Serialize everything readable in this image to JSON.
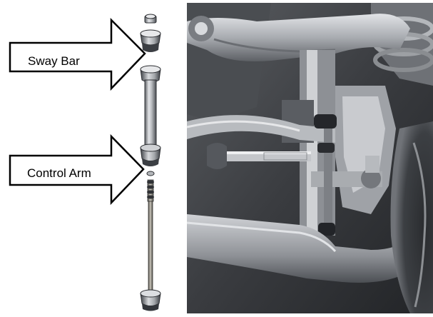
{
  "callouts": [
    {
      "id": "sway-bar",
      "label": "Sway Bar"
    },
    {
      "id": "control-arm",
      "label": "Control Arm"
    }
  ],
  "colors": {
    "arrow_fill": "#ffffff",
    "arrow_stroke": "#000000",
    "label_text": "#000000",
    "metal_light": "#d8dadd",
    "metal_mid": "#9ea1a5",
    "metal_dark": "#4a4d52",
    "photo_background": "#2f3134",
    "page_background": "#ffffff"
  },
  "parts_column": [
    "nut",
    "upper-bushing",
    "upper-bushing-lower",
    "sleeve",
    "lower-bushing-upper",
    "lower-bushing",
    "washers",
    "threaded-rod",
    "bottom-bushing"
  ]
}
